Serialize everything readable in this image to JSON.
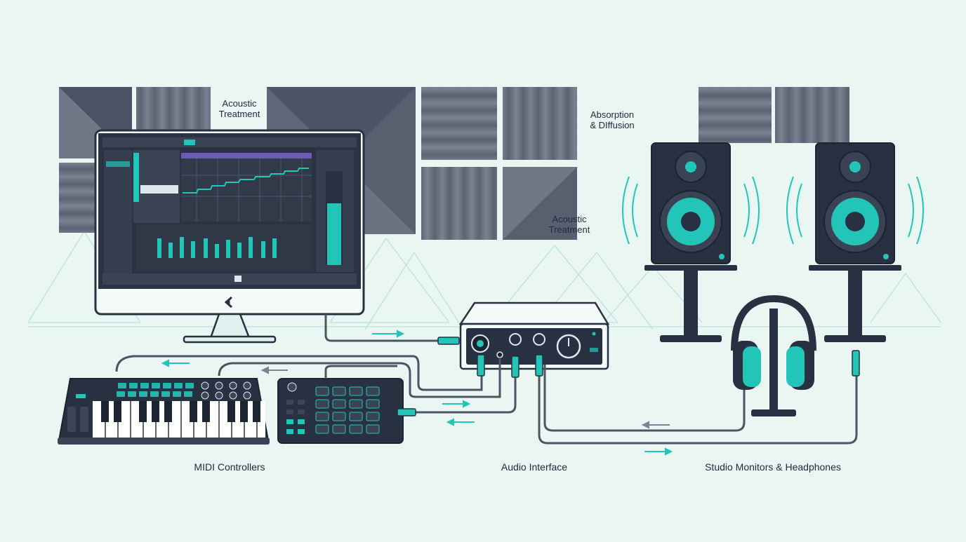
{
  "labels": {
    "acoustic_treatment_1": "Acoustic\nTreatment",
    "absorption_diffusion": "Absorption\n& DIffusion",
    "acoustic_treatment_2": "Acoustic\nTreatment",
    "midi_controllers": "MIDI Controllers",
    "audio_interface": "Audio Interface",
    "monitors_headphones": "Studio Monitors & Headphones"
  },
  "colors": {
    "background": "#e9f6f2",
    "panel_dark": "#56606f",
    "panel_mid": "#6d7685",
    "device_dark": "#283142",
    "accent_teal": "#22c5b8",
    "cable": "#4b5563",
    "text": "#1f2a3a"
  },
  "icons": [
    "monitor-icon",
    "daw-screen",
    "audio-interface-icon",
    "midi-keyboard-icon",
    "drum-pad-icon",
    "speaker-icon",
    "headphones-icon",
    "arrow-icon"
  ]
}
